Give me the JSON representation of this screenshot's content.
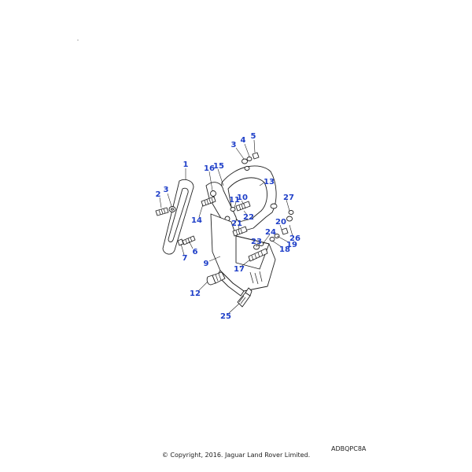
{
  "diagram": {
    "reference_code": "ADBQPC8A",
    "copyright": "© Copyright, 2016. Jaguar Land Rover Limited.",
    "callouts": [
      {
        "id": "1",
        "label": "1"
      },
      {
        "id": "2",
        "label": "2"
      },
      {
        "id": "3a",
        "label": "3"
      },
      {
        "id": "3b",
        "label": "3"
      },
      {
        "id": "4",
        "label": "4"
      },
      {
        "id": "5",
        "label": "5"
      },
      {
        "id": "6",
        "label": "6"
      },
      {
        "id": "7",
        "label": "7"
      },
      {
        "id": "9",
        "label": "9"
      },
      {
        "id": "10",
        "label": "10"
      },
      {
        "id": "11",
        "label": "11"
      },
      {
        "id": "12",
        "label": "12"
      },
      {
        "id": "13",
        "label": "13"
      },
      {
        "id": "14",
        "label": "14"
      },
      {
        "id": "15",
        "label": "15"
      },
      {
        "id": "16",
        "label": "16"
      },
      {
        "id": "17",
        "label": "17"
      },
      {
        "id": "18",
        "label": "18"
      },
      {
        "id": "19",
        "label": "19"
      },
      {
        "id": "20",
        "label": "20"
      },
      {
        "id": "21",
        "label": "21"
      },
      {
        "id": "22",
        "label": "22"
      },
      {
        "id": "23",
        "label": "23"
      },
      {
        "id": "24",
        "label": "24"
      },
      {
        "id": "25",
        "label": "25"
      },
      {
        "id": "26",
        "label": "26"
      },
      {
        "id": "27",
        "label": "27"
      }
    ]
  }
}
